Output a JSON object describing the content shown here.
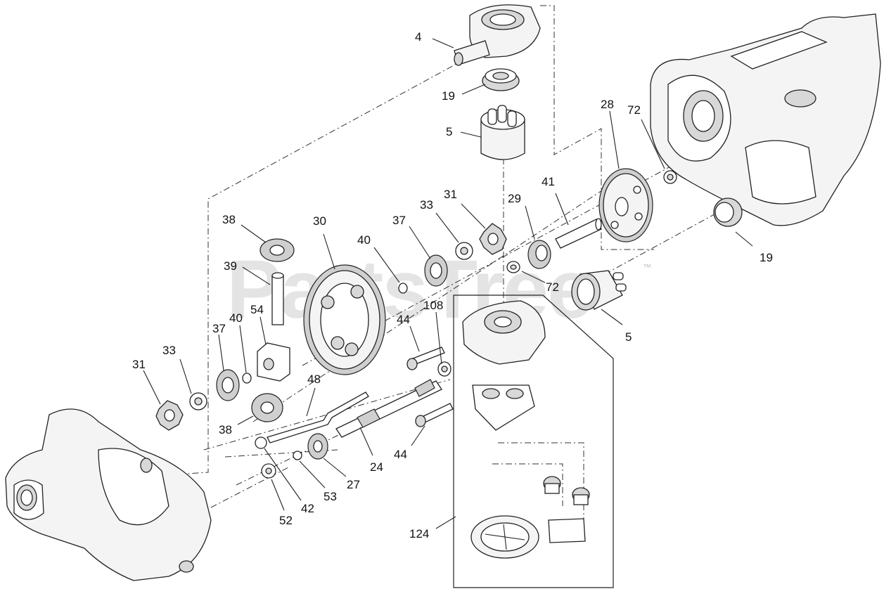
{
  "watermark": {
    "text": "PartsTree",
    "mark": "™"
  },
  "callouts": {
    "c4": "4",
    "c19a": "19",
    "c5a": "5",
    "c28": "28",
    "c72a": "72",
    "c41": "41",
    "c29": "29",
    "c31a": "31",
    "c33a": "33",
    "c37a": "37",
    "c40a": "40",
    "c30": "30",
    "c38a": "38",
    "c39": "39",
    "c19b": "19",
    "c72b": "72",
    "c5b": "5",
    "c108": "108",
    "c44a": "44",
    "c54": "54",
    "c40b": "40",
    "c37b": "37",
    "c33b": "33",
    "c31b": "31",
    "c48": "48",
    "c38b": "38",
    "c24": "24",
    "c44b": "44",
    "c27": "27",
    "c53": "53",
    "c42": "42",
    "c52": "52",
    "c124": "124"
  }
}
